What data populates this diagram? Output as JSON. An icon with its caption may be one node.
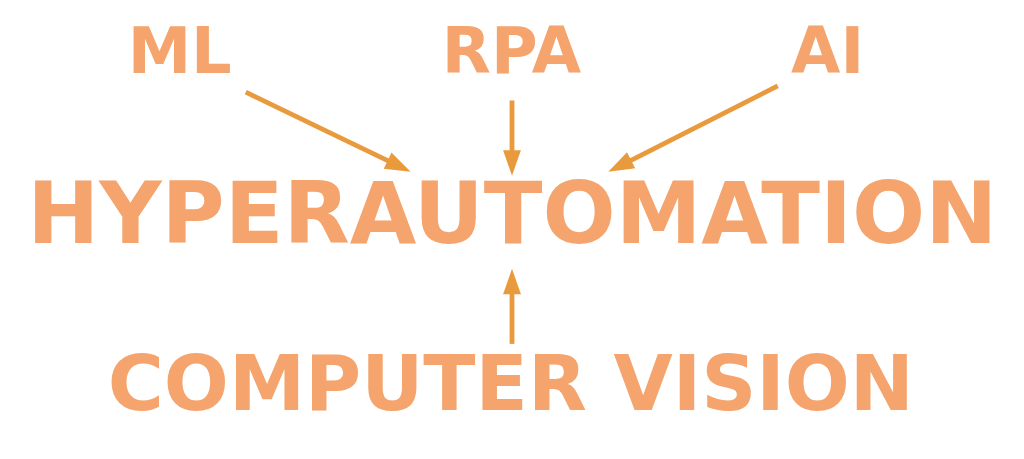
{
  "diagram": {
    "nodes": [
      {
        "text": [
          "ML"
        ]
      },
      {
        "text": [
          "RPA"
        ]
      },
      {
        "text": [
          "AI"
        ]
      },
      {
        "text": [
          "HYPERAUTOMATION"
        ]
      },
      {
        "text": [
          "COMPUTER VISION"
        ]
      }
    ],
    "edges": [
      {
        "from": 0,
        "to": 3,
        "arrow": "to"
      },
      {
        "from": 1,
        "to": 3,
        "arrow": "to"
      },
      {
        "from": 2,
        "to": 3,
        "arrow": "to"
      },
      {
        "from": 4,
        "to": 3,
        "arrow": "to"
      }
    ]
  }
}
